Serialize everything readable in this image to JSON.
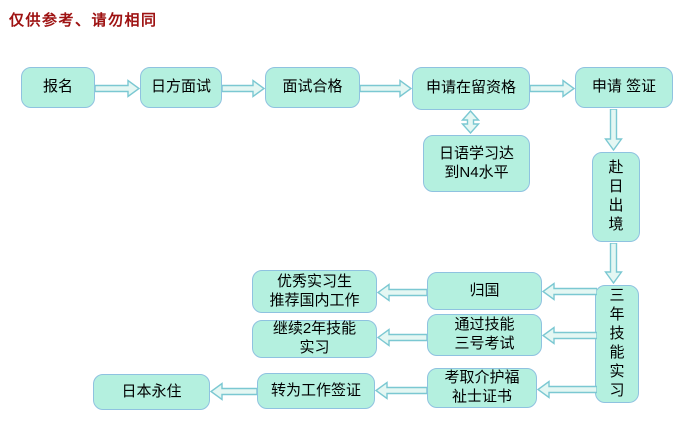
{
  "note": {
    "text": "仅供参考、请勿相同",
    "color": "#9e1212"
  },
  "flowchart": {
    "colors": {
      "box_fill": "#b4f0df",
      "box_border": "#8fc2e0",
      "arrow_stroke": "#7bc8d2",
      "arrow_fill": "#e4f7f3",
      "text": "#000000"
    },
    "nodes": [
      {
        "id": "signup",
        "label": "报名"
      },
      {
        "id": "japan-interview",
        "label": "日方面试"
      },
      {
        "id": "interview-pass",
        "label": "面试合格"
      },
      {
        "id": "residence-status",
        "label": "申请在留资格"
      },
      {
        "id": "visa-application",
        "label": "申请 签证"
      },
      {
        "id": "japanese-n4",
        "label": "日语学习达\n到N4水平"
      },
      {
        "id": "depart-to-japan",
        "label": "赴\n日\n出\n境"
      },
      {
        "id": "three-year-internship",
        "label": "三\n年\n技\n能\n实\n习"
      },
      {
        "id": "return-home",
        "label": "归国"
      },
      {
        "id": "skill-exam-3",
        "label": "通过技能\n三号考试"
      },
      {
        "id": "excellent-intern-job",
        "label": "优秀实习生\n推荐国内工作"
      },
      {
        "id": "continue-2yr-internship",
        "label": "继续2年技能\n实习"
      },
      {
        "id": "care-worker-cert",
        "label": "考取介护福\n祉士证书"
      },
      {
        "id": "work-visa",
        "label": "转为工作签证"
      },
      {
        "id": "permanent-residence",
        "label": "日本永住"
      }
    ],
    "edges": [
      "signup -> japan-interview",
      "japan-interview -> interview-pass",
      "interview-pass -> residence-status",
      "residence-status -> visa-application",
      "residence-status <-> japanese-n4",
      "visa-application -> depart-to-japan",
      "depart-to-japan -> three-year-internship",
      "three-year-internship -> return-home",
      "three-year-internship -> skill-exam-3",
      "three-year-internship -> care-worker-cert",
      "return-home -> excellent-intern-job",
      "skill-exam-3 -> continue-2yr-internship",
      "care-worker-cert -> work-visa",
      "work-visa -> permanent-residence"
    ]
  }
}
